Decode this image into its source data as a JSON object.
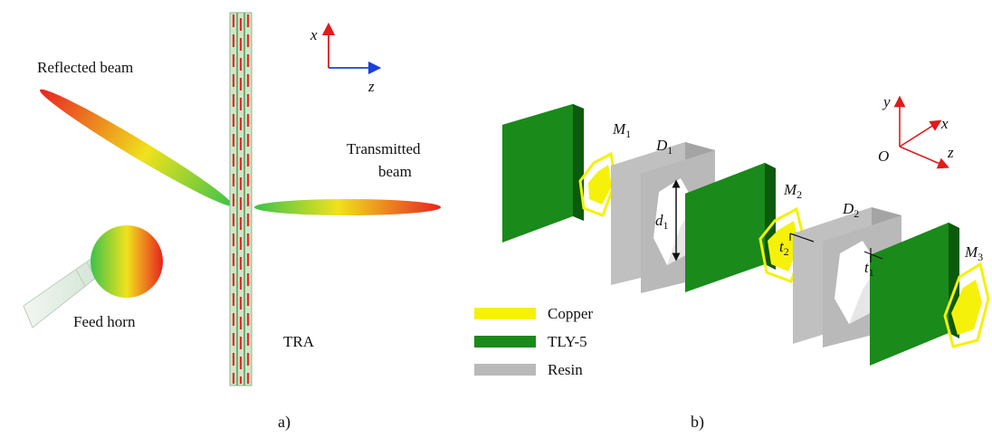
{
  "panel_a": {
    "caption": "a)",
    "reflected_label": "Reflected beam",
    "transmitted_label_line1": "Transmitted",
    "transmitted_label_line2": "beam",
    "feed_label": "Feed horn",
    "tra_label": "TRA",
    "axis_x": "x",
    "axis_z": "z"
  },
  "panel_b": {
    "caption": "b)",
    "M1": "M",
    "M1_sub": "1",
    "M2": "M",
    "M2_sub": "2",
    "M3": "M",
    "M3_sub": "3",
    "D1": "D",
    "D1_sub": "1",
    "D2": "D",
    "D2_sub": "2",
    "d1": "d",
    "d1_sub": "1",
    "t2": "t",
    "t2_sub": "2",
    "t1": "t",
    "t1_sub": "1",
    "axis_y": "y",
    "axis_x": "x",
    "axis_z": "z",
    "axis_o": "O",
    "legend": [
      {
        "label": "Copper",
        "color": "#f5f10a"
      },
      {
        "label": "TLY-5",
        "color": "#1a8a1a"
      },
      {
        "label": "Resin",
        "color": "#b9b9b9"
      }
    ]
  }
}
